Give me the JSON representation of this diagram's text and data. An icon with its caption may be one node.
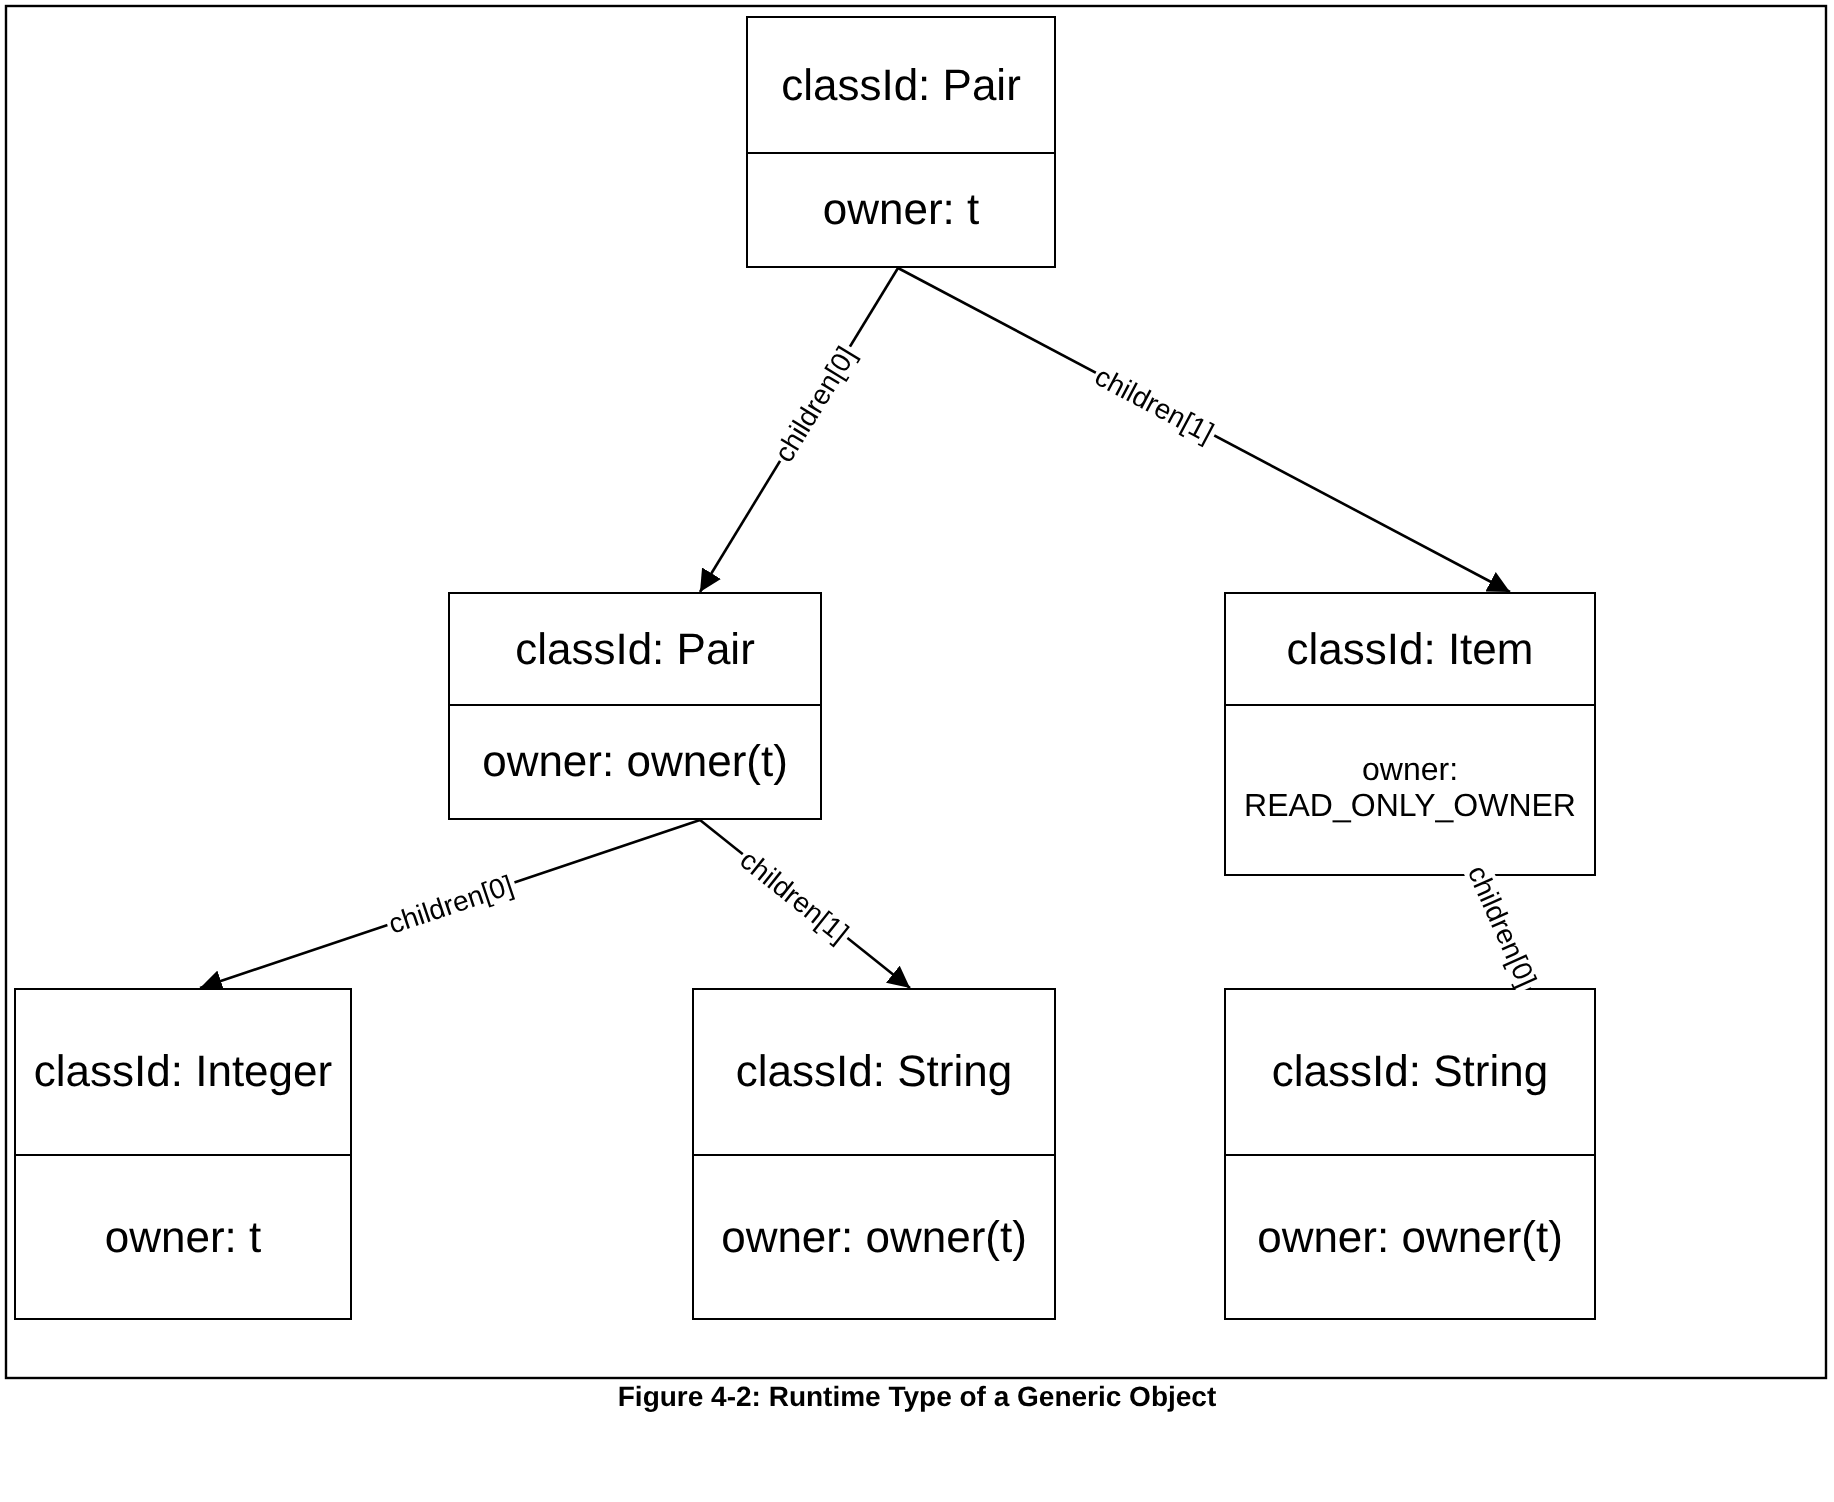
{
  "diagram": {
    "caption": "Figure 4-2: Runtime Type of a Generic Object",
    "nodes": [
      {
        "text": [
          "classId: Pair",
          "owner: t"
        ]
      },
      {
        "text": [
          "classId: Pair",
          "owner: owner(t)"
        ]
      },
      {
        "text": [
          "classId: Item",
          "owner: READ_ONLY_OWNER"
        ]
      },
      {
        "text": [
          "classId: Integer",
          "owner: t"
        ]
      },
      {
        "text": [
          "classId: String",
          "owner: owner(t)"
        ]
      },
      {
        "text": [
          "classId: String",
          "owner: owner(t)"
        ]
      }
    ],
    "edges": [
      {
        "from": 0,
        "to": 1,
        "arrow": "to",
        "label": "children[0]"
      },
      {
        "from": 0,
        "to": 2,
        "arrow": "to",
        "label": "children[1]"
      },
      {
        "from": 1,
        "to": 3,
        "arrow": "to",
        "label": "children[0]"
      },
      {
        "from": 1,
        "to": 4,
        "arrow": "to",
        "label": "children[1]"
      },
      {
        "from": 2,
        "to": 5,
        "arrow": "to",
        "label": "children[0]"
      }
    ]
  }
}
